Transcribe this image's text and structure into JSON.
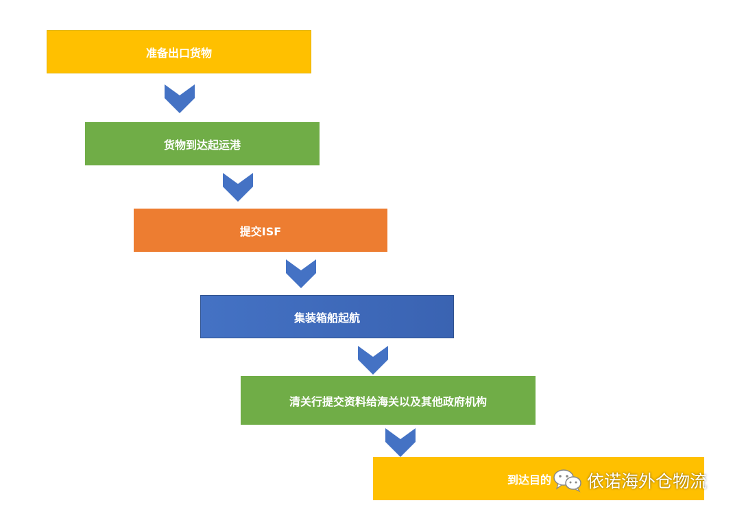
{
  "flow": {
    "steps": [
      {
        "label": "准备出口货物"
      },
      {
        "label": "货物到达起运港"
      },
      {
        "label": "提交ISF"
      },
      {
        "label": "集装箱船起航"
      },
      {
        "label": "清关行提交资料给海关以及其他政府机构"
      },
      {
        "label": "到达目的"
      }
    ]
  },
  "watermark": {
    "text": "依诺海外仓物流",
    "icon": "wechat-icon"
  },
  "colors": {
    "yellow": "#ffc000",
    "green": "#70ad47",
    "orange": "#ed7d31",
    "blue": "#4472c4",
    "arrow": "#4472c4"
  }
}
